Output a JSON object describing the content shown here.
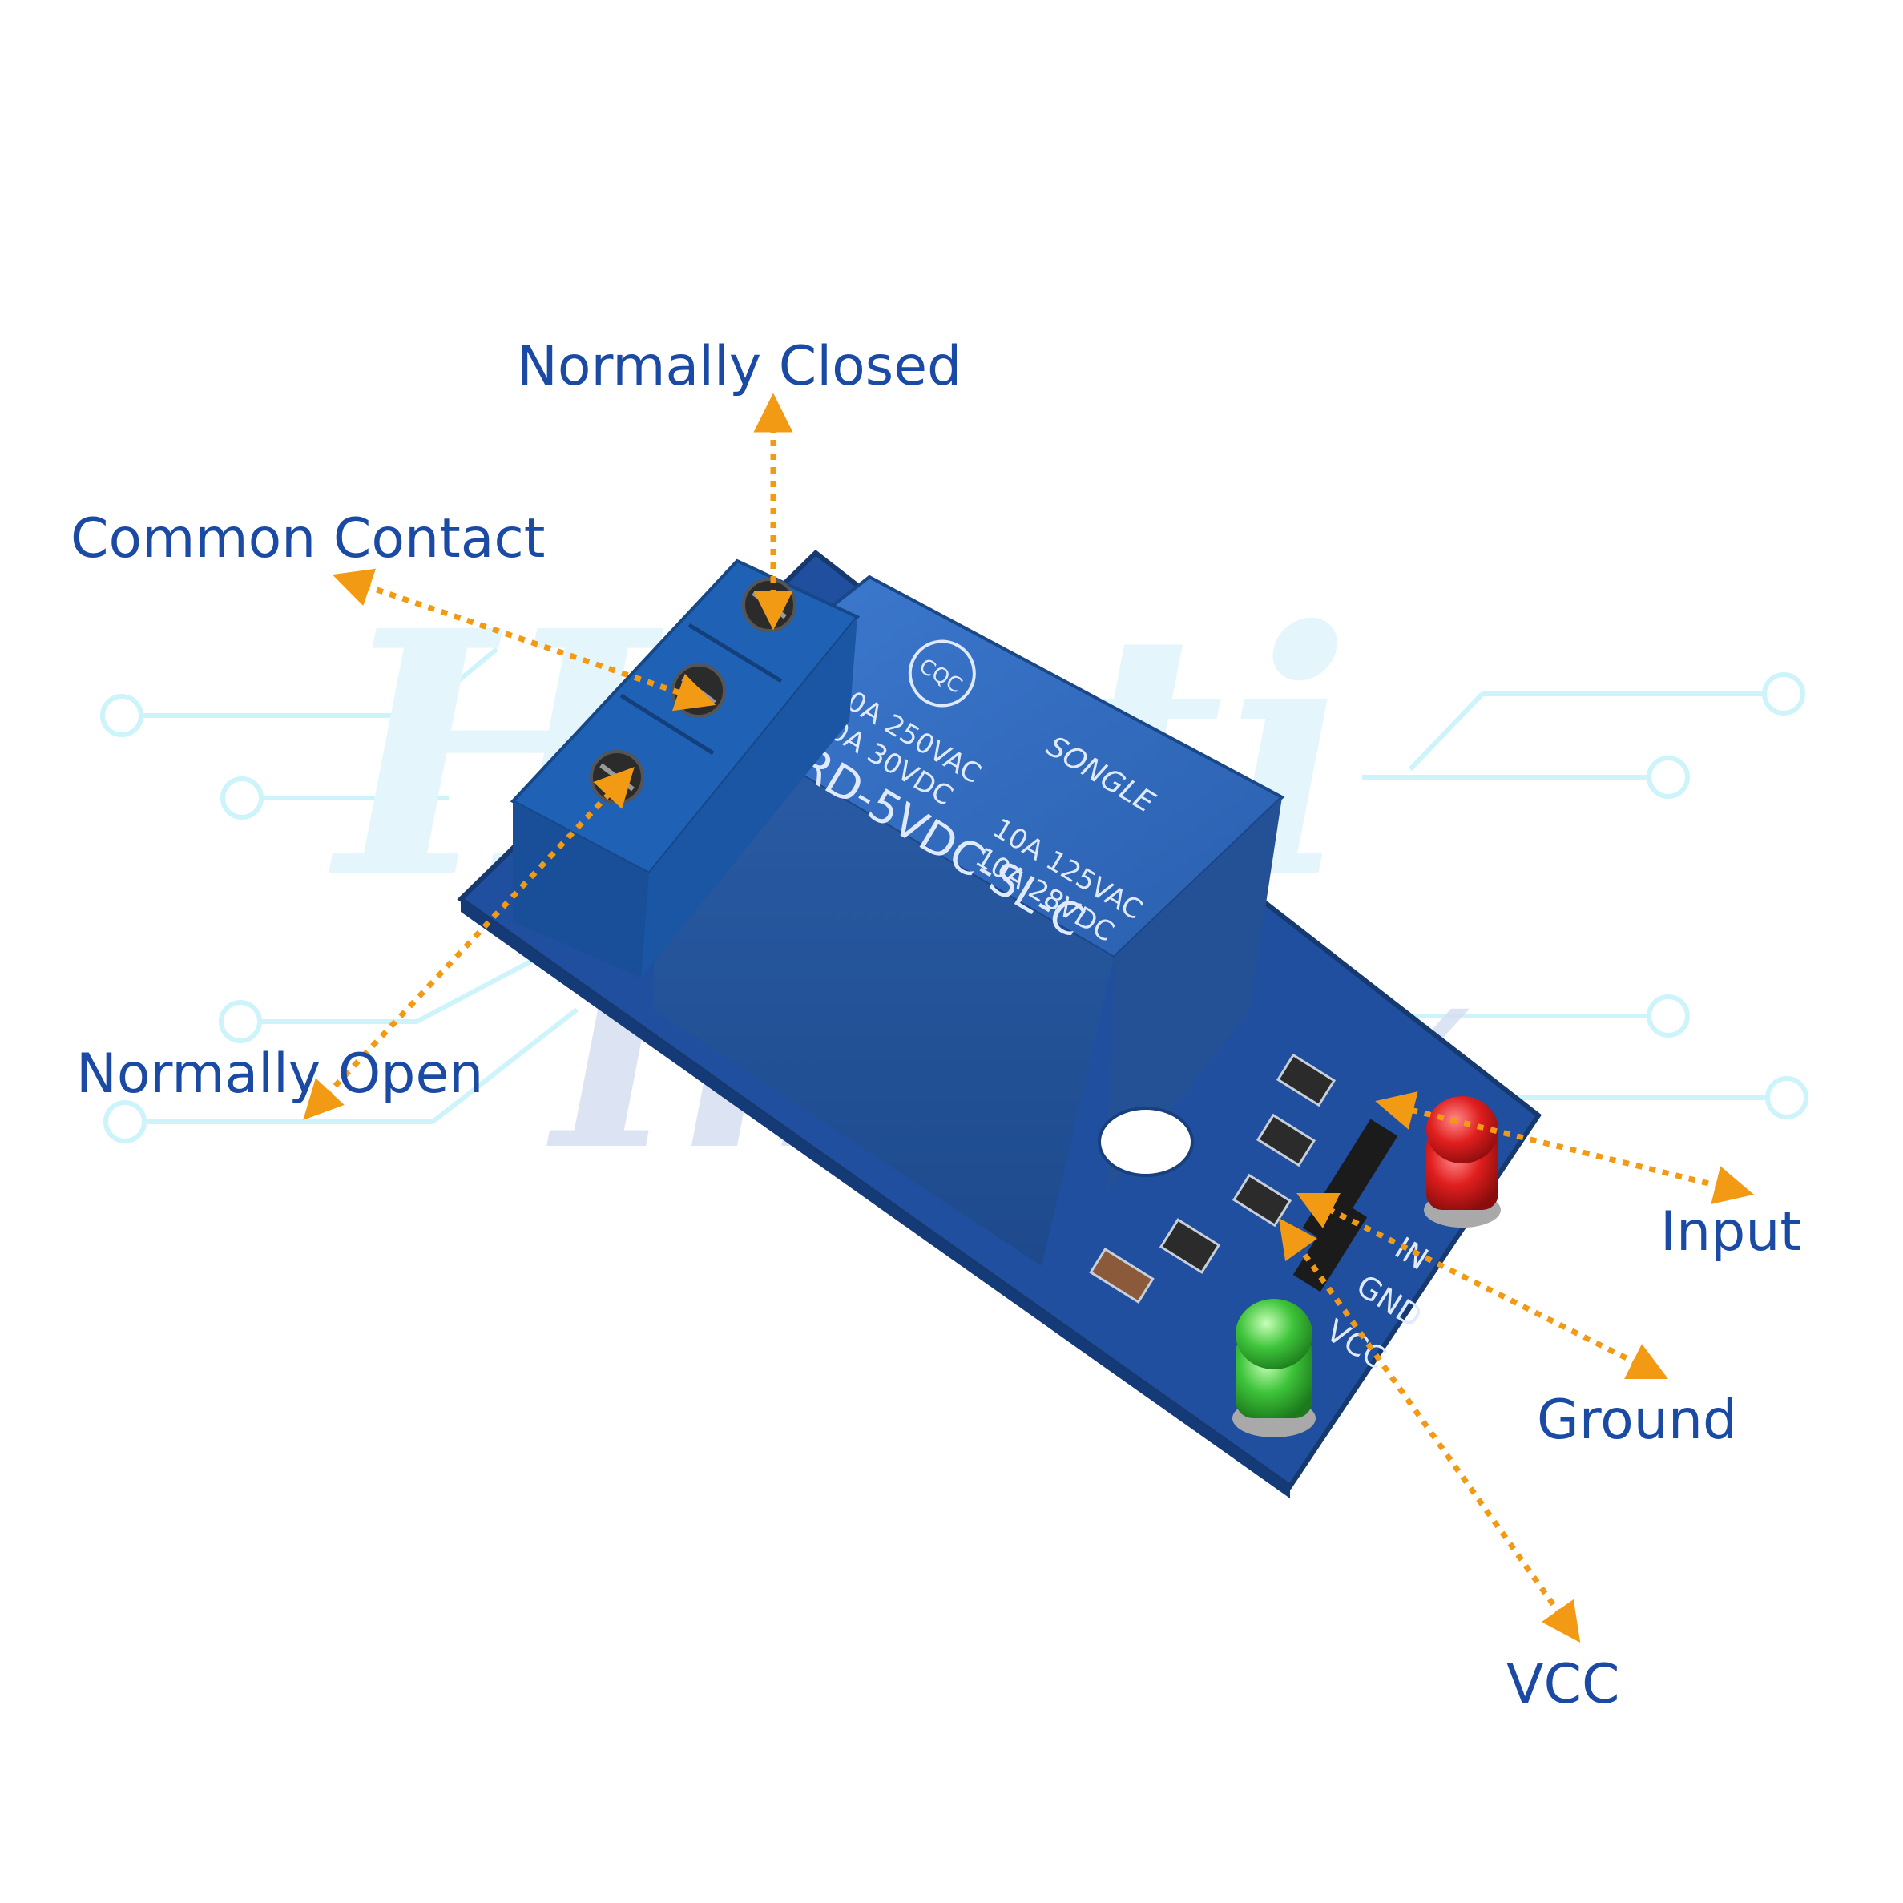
{
  "labels": {
    "normally_closed": "Normally Closed",
    "common_contact": "Common Contact",
    "normally_open": "Normally Open",
    "input": "Input",
    "ground": "Ground",
    "vcc": "VCC"
  },
  "relay": {
    "brand": "SONGLE",
    "rating_1": "10A 250VAC",
    "rating_2": "10A 30VDC",
    "model": "SRD-5VDC-SL-C",
    "rating_3": "10A 125VAC",
    "rating_4": "10A 28VDC",
    "cqc": "CQC",
    "pin_in": "IN",
    "pin_gnd": "GND",
    "pin_vcc": "VCC"
  },
  "watermark": {
    "line1": "Hosti",
    "line2": "Impex"
  },
  "colors": {
    "label": "#1a4aa3",
    "arrow": "#f39a14",
    "pcb": "#1f4f9e",
    "relay": "#2f67b8",
    "terminal": "#1f61b5",
    "led_red": "#e01e1e",
    "led_green": "#3ec43a",
    "circuit_trace": "#cdf3fb"
  }
}
